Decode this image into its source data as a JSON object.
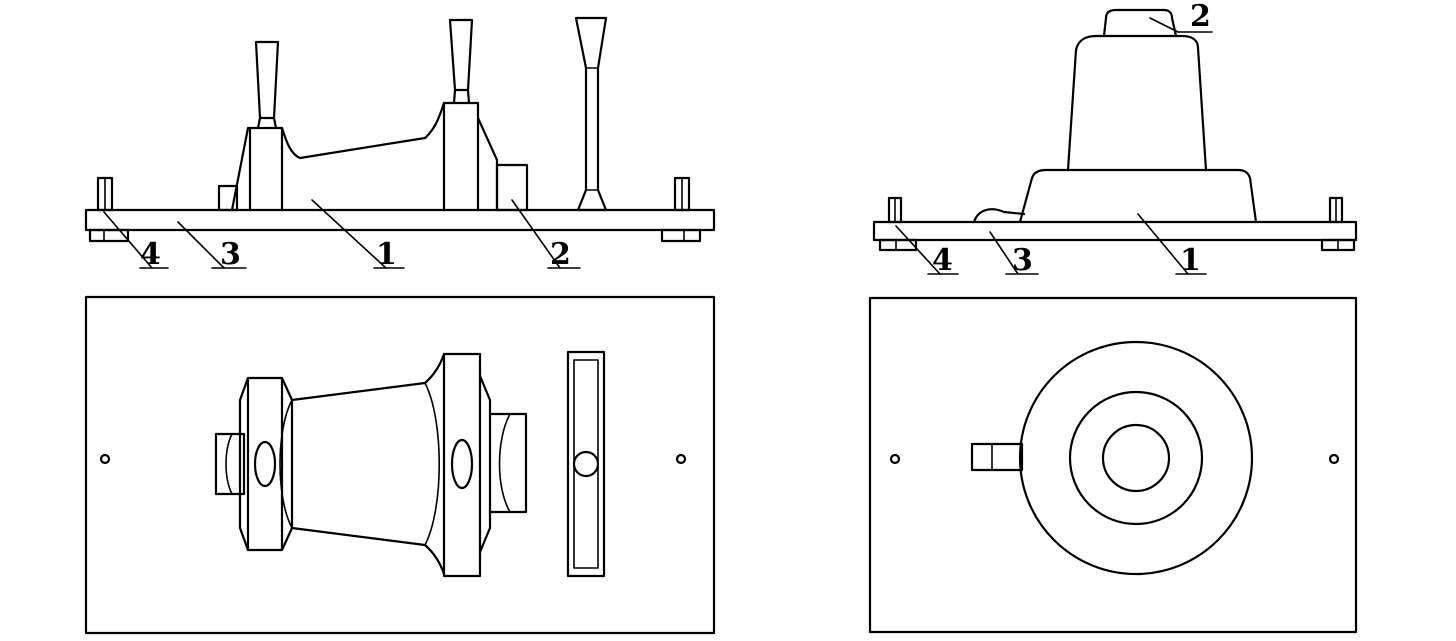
{
  "figure_left": {
    "callouts": [
      {
        "number": "4"
      },
      {
        "number": "3"
      },
      {
        "number": "1"
      },
      {
        "number": "2"
      }
    ]
  },
  "figure_right": {
    "callouts": [
      {
        "number": "2"
      },
      {
        "number": "4"
      },
      {
        "number": "3"
      },
      {
        "number": "1"
      }
    ]
  },
  "colors": {
    "line": "#000000",
    "background": "#ffffff"
  }
}
